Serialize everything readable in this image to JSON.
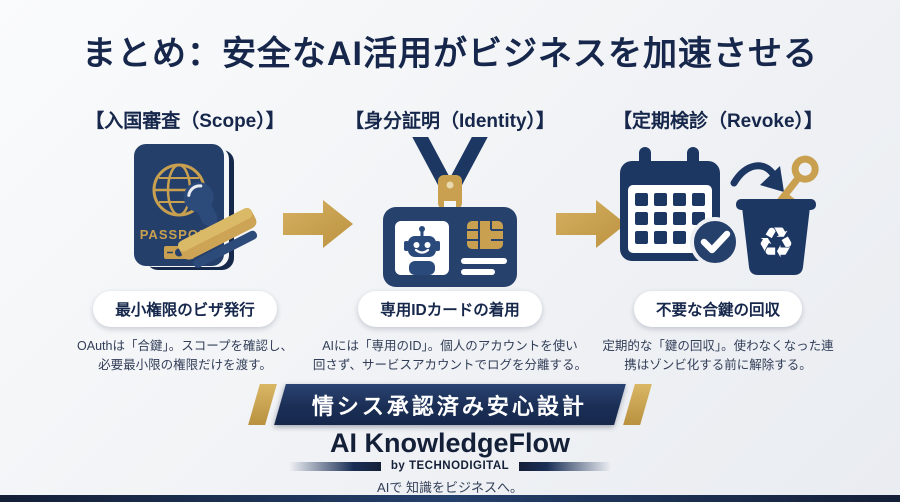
{
  "title": "まとめ：安全なAI活用がビジネスを加速させる",
  "columns": [
    {
      "header": "【入国審査（Scope）】",
      "icon": "passport-stamp-icon",
      "pill": "最小権限のビザ発行",
      "desc1": "OAuthは「合鍵」。スコープを確認し、",
      "desc2": "必要最小限の権限だけを渡す。"
    },
    {
      "header": "【身分証明（Identity）】",
      "icon": "id-card-robot-icon",
      "pill": "専用IDカードの着用",
      "desc1": "AIには「専用のID」。個人のアカウントを使い",
      "desc2": "回さず、サービスアカウントでログを分離する。"
    },
    {
      "header": "【定期検診（Revoke）】",
      "icon": "calendar-key-recycle-icon",
      "pill": "不要な合鍵の回収",
      "desc1": "定期的な「鍵の回収」。使わなくなった連",
      "desc2": "携はゾンビ化する前に解除する。"
    }
  ],
  "passport_label": "PASSPORT",
  "banner": {
    "label": "情シス承認済み安心設計"
  },
  "logo": {
    "brand": "AI KnowledgeFlow",
    "byline": "by TECHNODIGITAL"
  },
  "footer": {
    "tagline": "AIで 知識をビジネスへ。"
  },
  "colors": {
    "navy": "#1d3763",
    "navy_dark": "#141f38",
    "gold": "#c8a050",
    "background": "#f0f2f5"
  }
}
